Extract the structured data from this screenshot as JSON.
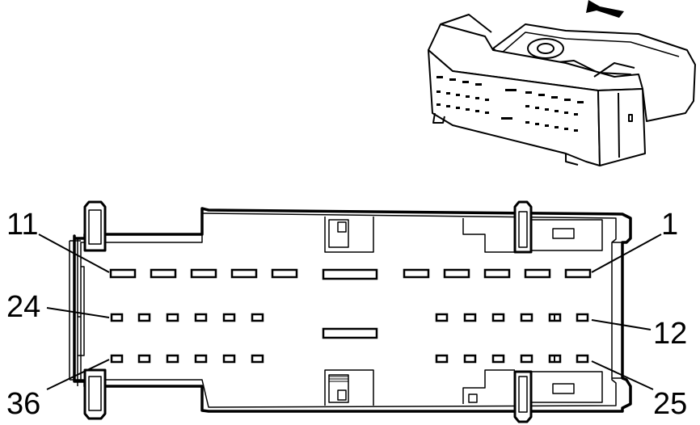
{
  "diagram": {
    "pin_labels": {
      "top_left": "11",
      "top_right": "1",
      "middle_left": "24",
      "middle_right": "12",
      "bottom_left": "36",
      "bottom_right": "25"
    },
    "rows": [
      {
        "count": 11,
        "pin_size": "large"
      },
      {
        "count": 12,
        "pin_size": "small"
      },
      {
        "count": 12,
        "pin_size": "small"
      }
    ],
    "has_isometric_view": true,
    "direction_arrow": "arrow-left-up"
  }
}
